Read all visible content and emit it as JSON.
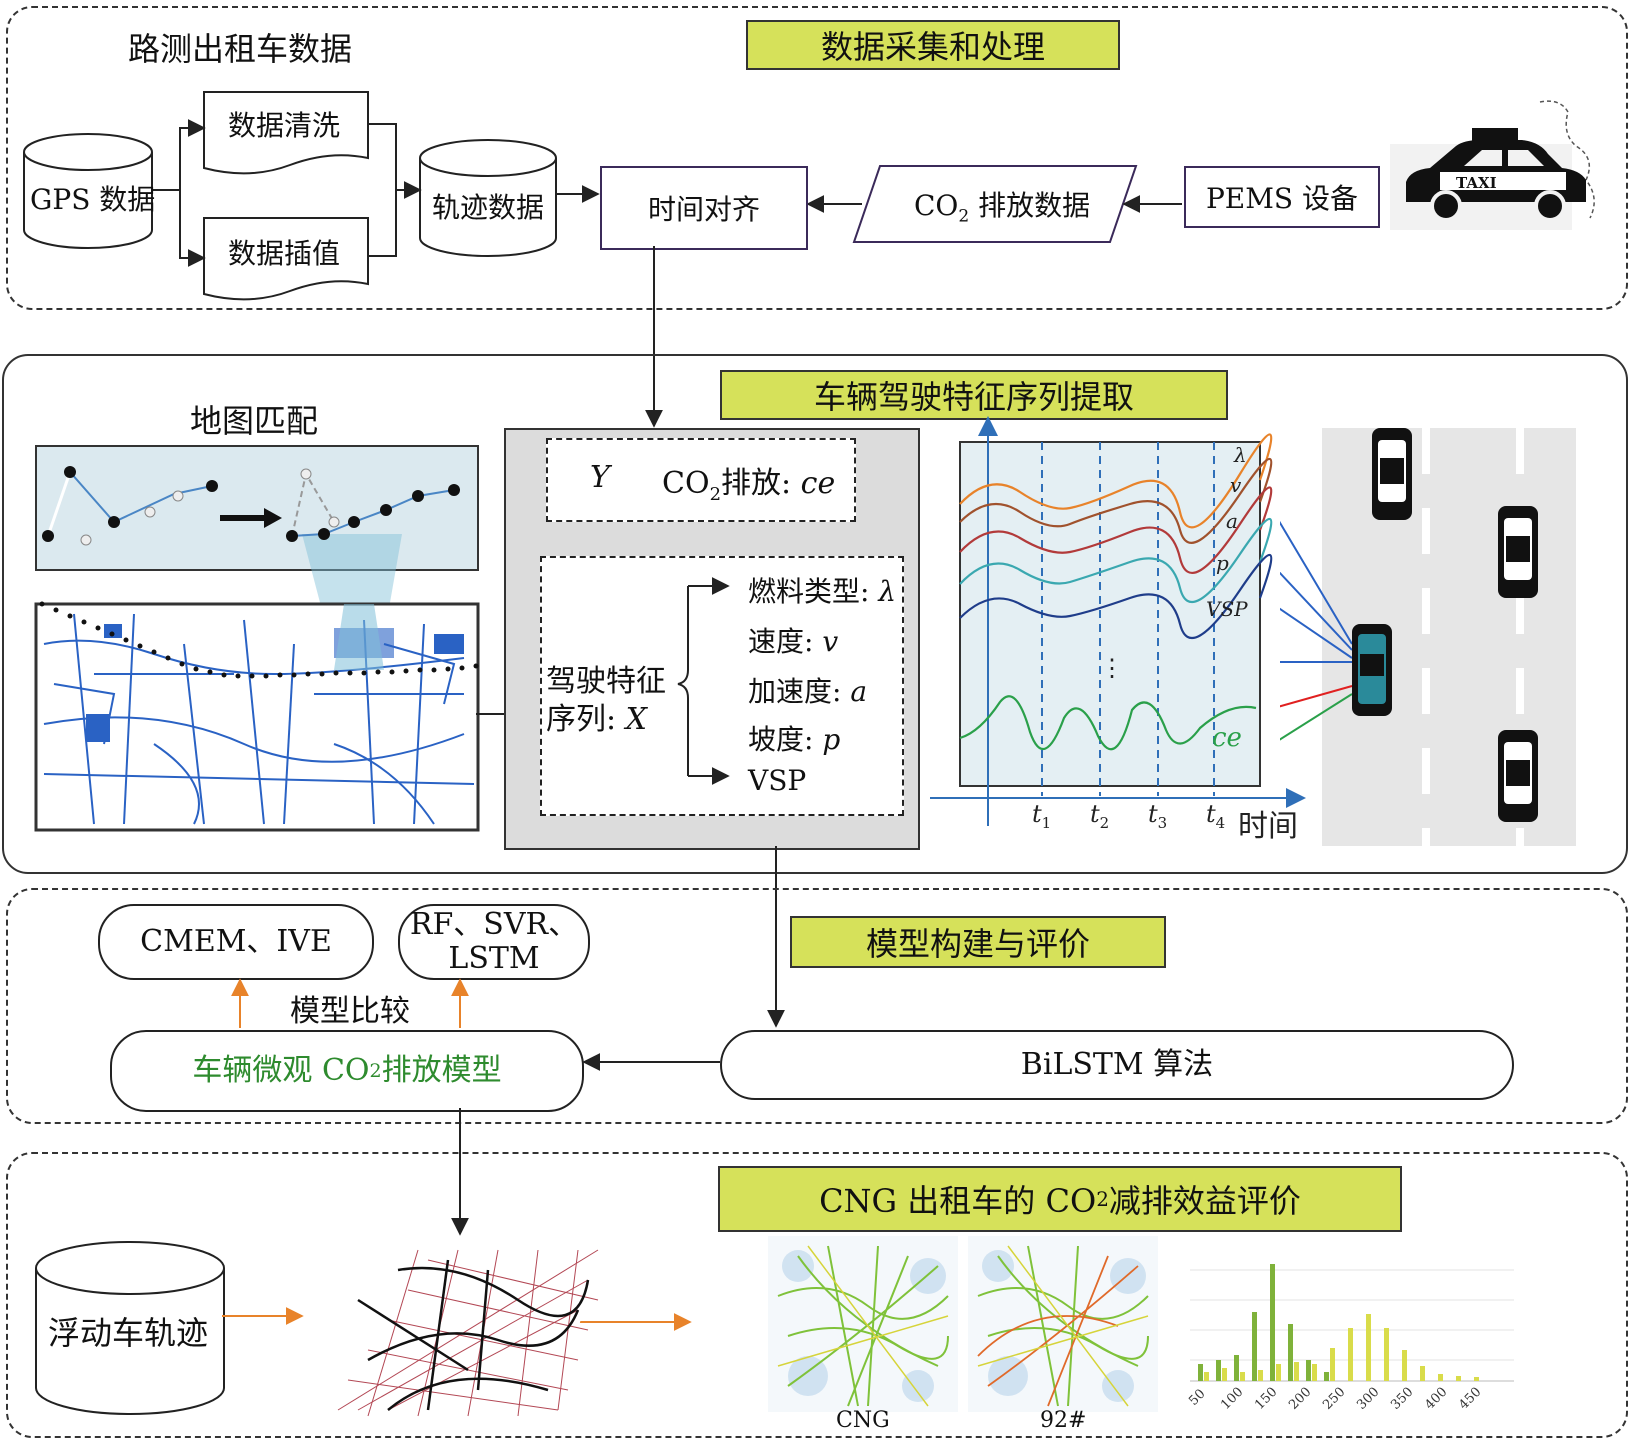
{
  "section1": {
    "source_title": "路测出租车数据",
    "header": "数据采集和处理",
    "gps": "GPS 数据",
    "clean": "数据清洗",
    "interp": "数据插值",
    "trajectory": "轨迹数据",
    "time_align": "时间对齐",
    "co2_data_pre": "CO",
    "co2_data_sub": "2",
    "co2_data_post": " 排放数据",
    "pems": "PEMS 设备",
    "taxi_sign": "TAXI"
  },
  "section2": {
    "header": "车辆驾驶特征序列提取",
    "map_match": "地图匹配",
    "y_symbol": "Y",
    "co2_pre": "CO",
    "co2_sub": "2",
    "co2_post": "排放: ",
    "co2_var": "ce",
    "feature_seq_line1": "驾驶特征",
    "feature_seq_line2_text": "序列: ",
    "feature_seq_line2_var": "X",
    "features": [
      {
        "name": "燃料类型: ",
        "var": "λ"
      },
      {
        "name": "速度: ",
        "var": "v"
      },
      {
        "name": "加速度: ",
        "var": "a"
      },
      {
        "name": "坡度: ",
        "var": "p"
      },
      {
        "name": "VSP",
        "var": ""
      }
    ],
    "curve_labels": [
      "λ",
      "v",
      "a",
      "p",
      "VSP",
      "ce"
    ],
    "vdots": "⋮",
    "time_ticks": [
      {
        "base": "t",
        "sub": "1"
      },
      {
        "base": "t",
        "sub": "2"
      },
      {
        "base": "t",
        "sub": "3"
      },
      {
        "base": "t",
        "sub": "4"
      }
    ],
    "time_axis": "时间"
  },
  "section3": {
    "header": "模型构建与评价",
    "cmem": "CMEM、IVE",
    "ml_line1": "RF、SVR、",
    "ml_line2": "LSTM",
    "compare": "模型比较",
    "model_pre": "车辆微观 CO",
    "model_sub": "2",
    "model_post": " 排放模型",
    "bilstm": "BiLSTM 算法"
  },
  "section4": {
    "header_pre": "CNG 出租车的 CO",
    "header_sub": "2",
    "header_post": " 减排效益评价",
    "floating": "浮动车轨迹",
    "map_cng": "CNG",
    "map_92": "92#",
    "chart_ticks": [
      "50",
      "100",
      "150",
      "200",
      "250",
      "300",
      "350",
      "400",
      "450"
    ]
  },
  "colors": {
    "highlight": "#d6e15a",
    "orange_arrow": "#e8832a",
    "green_text": "#2e8b2e",
    "blue_axis": "#2f6fb8",
    "chart_green": "#7fb23a",
    "chart_yellow": "#d9dc4a"
  }
}
